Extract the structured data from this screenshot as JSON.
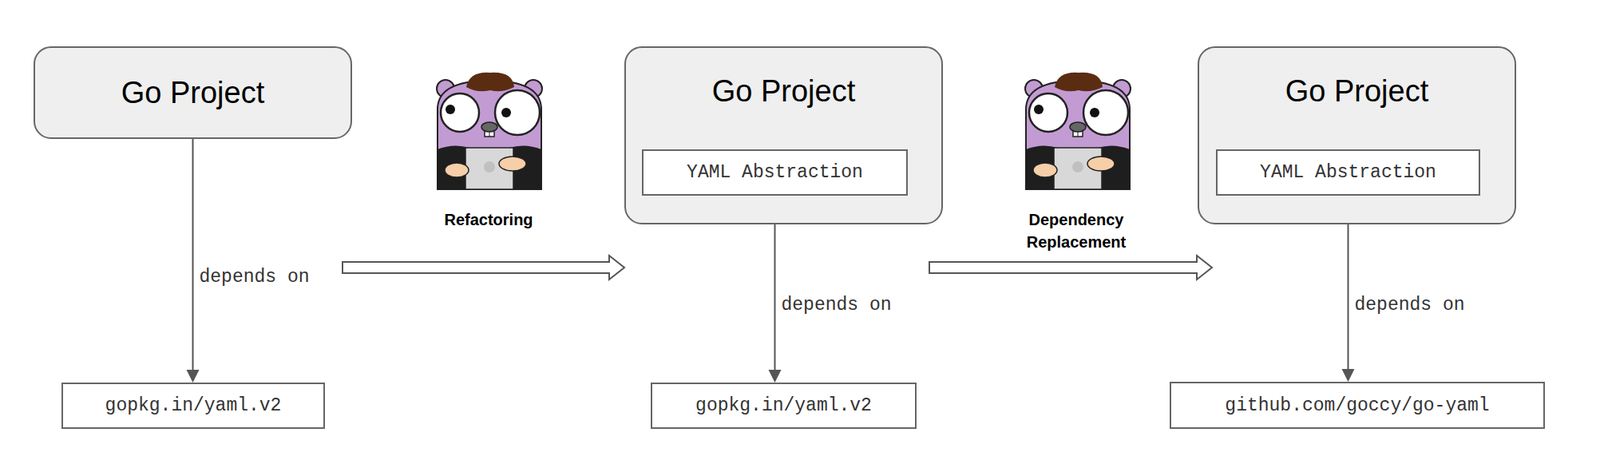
{
  "diagram": {
    "nodes": [
      {
        "text": [
          "Go Project"
        ]
      },
      {
        "text": [
          "gopkg.in/yaml.v2"
        ]
      },
      {
        "text": [
          "Go Project"
        ]
      },
      {
        "text": [
          "YAML Abstraction"
        ],
        "in": 2
      },
      {
        "text": [
          "gopkg.in/yaml.v2"
        ]
      },
      {
        "text": [
          "Go Project"
        ]
      },
      {
        "text": [
          "YAML Abstraction"
        ],
        "in": 5
      },
      {
        "text": [
          "github.com/goccy/go-yaml"
        ]
      }
    ],
    "edges": [
      {
        "from": 0,
        "to": 1,
        "arrow": "to",
        "label": "depends on"
      },
      {
        "from": 3,
        "to": 4,
        "arrow": "to",
        "label": "depends on"
      },
      {
        "from": 6,
        "to": 7,
        "arrow": "to",
        "label": "depends on"
      }
    ],
    "labels": [
      "Refactoring",
      "Dependency Replacement"
    ]
  }
}
